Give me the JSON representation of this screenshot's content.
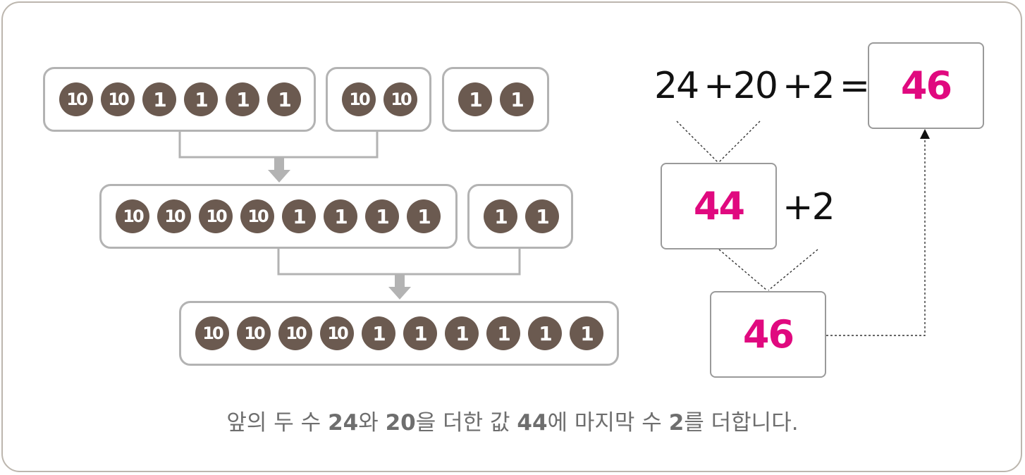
{
  "diagram": {
    "row1": {
      "group_a": [
        "10",
        "10",
        "1",
        "1",
        "1",
        "1"
      ],
      "group_b": [
        "10",
        "10"
      ],
      "group_c": [
        "1",
        "1"
      ]
    },
    "row2": {
      "group_a": [
        "10",
        "10",
        "10",
        "10",
        "1",
        "1",
        "1",
        "1"
      ],
      "group_b": [
        "1",
        "1"
      ]
    },
    "row3": {
      "group_a": [
        "10",
        "10",
        "10",
        "10",
        "1",
        "1",
        "1",
        "1",
        "1",
        "1"
      ]
    }
  },
  "equation": {
    "n1": "24",
    "plus1": "+",
    "n2": "20",
    "plus2": "+",
    "n3": "2",
    "equals": "=",
    "result": "46",
    "step_sum": "44",
    "step_plus": "+2",
    "step_result": "46"
  },
  "colors": {
    "coin": "#6b5a50",
    "accent": "#e0097f",
    "group_border": "#b3b3b3"
  },
  "caption": {
    "pre": "앞의 두 수 ",
    "n1": "24",
    "mid1": "와 ",
    "n2": "20",
    "mid2": "을 더한 값 ",
    "n3": "44",
    "mid3": "에 마지막 수 ",
    "n4": "2",
    "post": "를 더합니다."
  }
}
